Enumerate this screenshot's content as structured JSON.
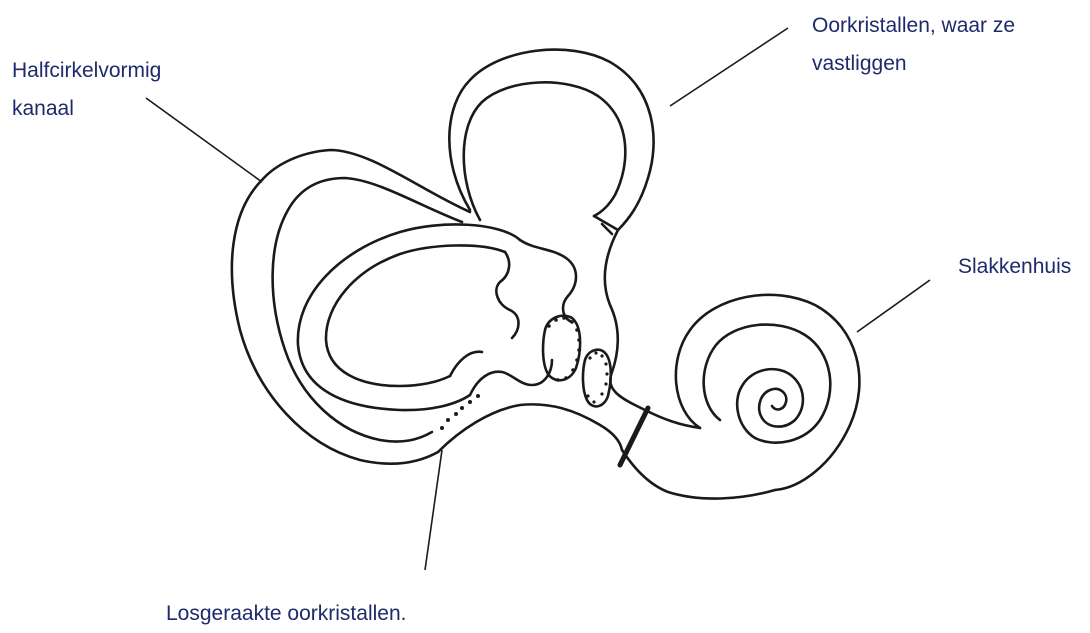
{
  "labels": {
    "semicircular_canal": {
      "line1": "Halfcirkelvormig",
      "line2": "kanaal"
    },
    "ear_crystals": {
      "line1": "Oorkristallen, waar ze",
      "line2": "vastliggen"
    },
    "cochlea": "Slakkenhuis",
    "loose_crystals": "Losgeraakte oorkristallen."
  },
  "colors": {
    "label_text": "#1f2a6b",
    "drawing_stroke": "#1a1a1a",
    "background": "#ffffff"
  }
}
